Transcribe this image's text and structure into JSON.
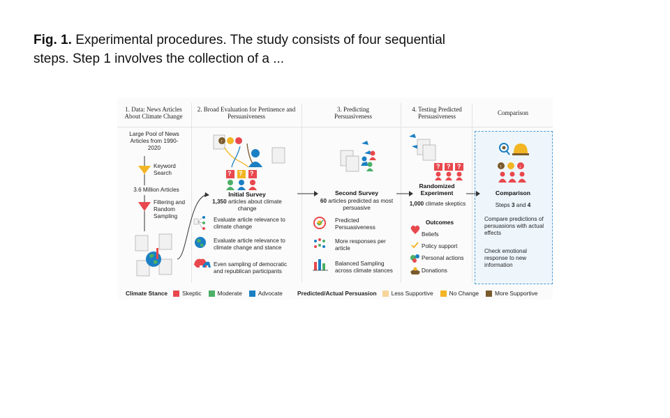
{
  "caption": {
    "label": "Fig. 1.",
    "text": "Experimental procedures. The study consists of four sequential steps. Step 1 involves the collection of a ..."
  },
  "columns": {
    "c1_header": "1. Data: News Articles About Climate Change",
    "c2_header": "2. Broad Evaluation for Pertinence and Persuasiveness",
    "c3_header": "3. Predicting Persuasiveness",
    "c4_header": "4. Testing Predicted Persuasiveness",
    "c5_header": "Comparison"
  },
  "step1": {
    "pool": "Large Pool of News Articles from 1990-2020",
    "keyword": "Keyword Search",
    "count": "3.6 Million Articles",
    "filter": "Filtering and Random Sampling"
  },
  "step2": {
    "title": "Initial Survey",
    "count_bold": "1,350",
    "count_rest": " articles about climate change",
    "item1": "Evaluate article relevance to climate change",
    "item2": "Evaluate article relevance to climate change and stance",
    "item3": "Even sampling of democratic and republican participants"
  },
  "step3": {
    "title": "Second Survey",
    "count_bold": "60",
    "count_rest": " articles predicted as most persuasive",
    "item1": "Predicted Persuasiveness",
    "item2": "More responses per article",
    "item3": "Balanced Sampling across climate stances"
  },
  "step4": {
    "title": "Randomized Experiment",
    "count_bold": "1,000",
    "count_rest": " climate skeptics",
    "outcomes_title": "Outcomes",
    "o1": "Beliefs",
    "o2": "Policy support",
    "o3": "Personal actions",
    "o4": "Donations"
  },
  "step5": {
    "title": "Comparison",
    "steps_pre": "Steps ",
    "steps_a": "3",
    "steps_mid": " and ",
    "steps_b": "4",
    "item1": "Compare predictions of persuasions with actual effects",
    "item2": "Check emotional response to new information"
  },
  "icons": {
    "questions": [
      "?",
      "?",
      "?"
    ],
    "faces": [
      "?",
      "?",
      "?"
    ]
  },
  "legend": {
    "stance_title": "Climate Stance",
    "skeptic": "Skeptic",
    "moderate": "Moderate",
    "advocate": "Advocate",
    "persuasion_title": "Predicted/Actual Persuasion",
    "less": "Less Supportive",
    "nochange": "No Change",
    "more": "More Supportive"
  },
  "colors": {
    "skeptic": "#e8484d",
    "moderate": "#4caf67",
    "advocate": "#1b7fc4",
    "less": "#f6d49a",
    "nochange": "#f2b524",
    "more": "#7a5a2c"
  }
}
